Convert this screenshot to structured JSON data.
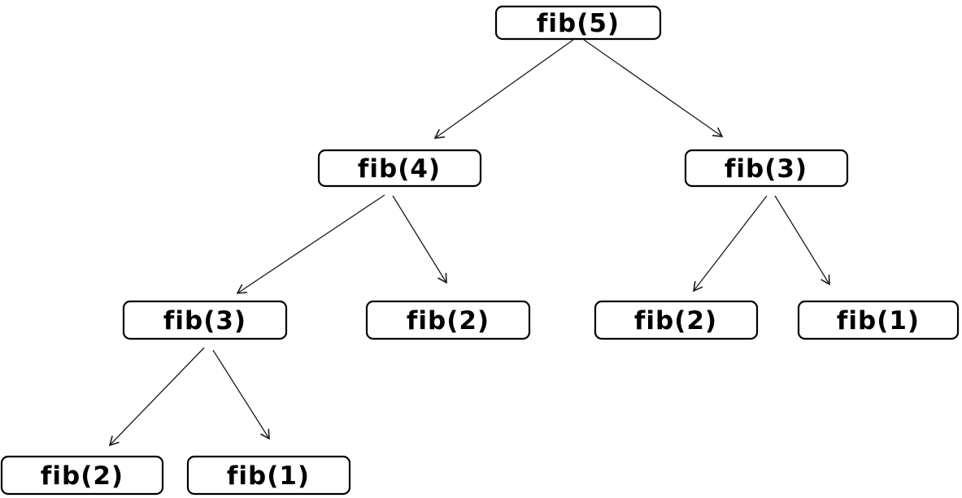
{
  "diagram": {
    "type": "recursion-tree",
    "root": "n0",
    "nodes": [
      {
        "id": "n0",
        "label": "fib(5)",
        "level": 0
      },
      {
        "id": "n1",
        "label": "fib(4)",
        "level": 1
      },
      {
        "id": "n2",
        "label": "fib(3)",
        "level": 1
      },
      {
        "id": "n3",
        "label": "fib(3)",
        "level": 2
      },
      {
        "id": "n4",
        "label": "fib(2)",
        "level": 2
      },
      {
        "id": "n5",
        "label": "fib(2)",
        "level": 2
      },
      {
        "id": "n6",
        "label": "fib(1)",
        "level": 2
      },
      {
        "id": "n7",
        "label": "fib(2)",
        "level": 3
      },
      {
        "id": "n8",
        "label": "fib(1)",
        "level": 3
      }
    ],
    "edges": [
      {
        "from": "n0",
        "to": "n1"
      },
      {
        "from": "n0",
        "to": "n2"
      },
      {
        "from": "n1",
        "to": "n3"
      },
      {
        "from": "n1",
        "to": "n4"
      },
      {
        "from": "n2",
        "to": "n5"
      },
      {
        "from": "n2",
        "to": "n6"
      },
      {
        "from": "n3",
        "to": "n7"
      },
      {
        "from": "n3",
        "to": "n8"
      }
    ],
    "colors": {
      "background": "#ffffff",
      "node_fill": "#ffffff",
      "node_border": "#000000",
      "label": "#000000",
      "arrow": "#1a1a1a"
    }
  }
}
